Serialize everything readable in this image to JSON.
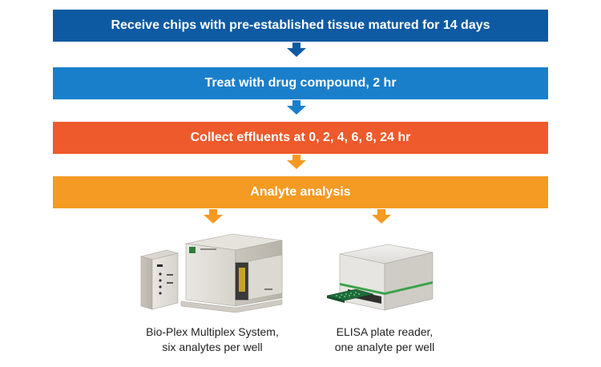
{
  "steps": [
    {
      "label": "Receive chips with pre-established tissue matured for 14 days",
      "color": "#0d5aa3"
    },
    {
      "label": "Treat with drug compound, 2 hr",
      "color": "#1a7fcb"
    },
    {
      "label": "Collect effluents at 0, 2, 4, 6, 8, 24 hr",
      "color": "#ee5a2b"
    },
    {
      "label": "Analyte analysis",
      "color": "#f59a23"
    }
  ],
  "arrow_colors": [
    "#0d5aa3",
    "#1a7fcb",
    "#f59a23",
    "#f59a23",
    "#f59a23"
  ],
  "instruments": {
    "bioplex": {
      "caption_line1": "Bio-Plex Multiplex System,",
      "caption_line2": "six analytes per well"
    },
    "elisa": {
      "caption_line1": "ELISA plate reader,",
      "caption_line2": "one analyte per well"
    }
  }
}
